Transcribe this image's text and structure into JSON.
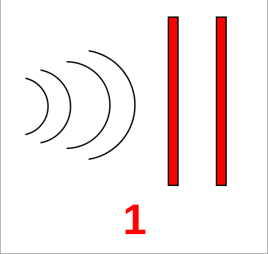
{
  "figure": {
    "number_label": "1",
    "source_icon": "sound-waves-icon",
    "wave_count": 4,
    "barrier_count": 2,
    "colors": {
      "wave_stroke": "#000000",
      "barrier_fill": "#ff0000",
      "barrier_outline": "#000000",
      "label": "#ff0000"
    }
  }
}
